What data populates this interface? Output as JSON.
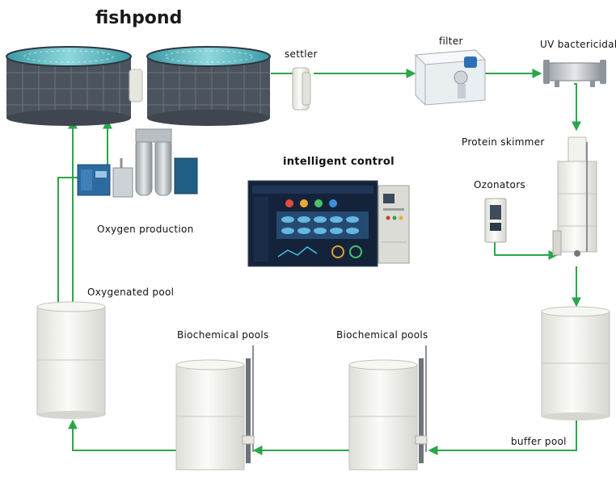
{
  "title": "fishpond",
  "labels": {
    "settler": "settler",
    "filter": "filter",
    "uv": "UV bactericidal",
    "protein_skimmer": "Protein skimmer",
    "ozonators": "Ozonators",
    "intelligent_control": "intelligent control",
    "oxygen_production": "Oxygen production",
    "oxygenated_pool": "Oxygenated pool",
    "biochemical_pools_1": "Biochemical pools",
    "biochemical_pools_2": "Biochemical pools",
    "buffer_pool": "buffer pool"
  },
  "colors": {
    "flow_line": "#2aa64a",
    "tank_body": "#f1f1ee",
    "pond_frame": "#4d5560",
    "water": "#5fc0c8",
    "screen": "#1b2a3a",
    "cabinet": "#dcdcd6"
  },
  "icons": {
    "pond": "fish-pond-tank",
    "settler": "settler-column",
    "filter": "drum-filter",
    "uv": "uv-sterilizer",
    "skimmer": "protein-skimmer-tower",
    "ozonator": "ozone-generator",
    "oxygen": "oxygen-generator-unit",
    "control": "control-cabinet-screen"
  }
}
